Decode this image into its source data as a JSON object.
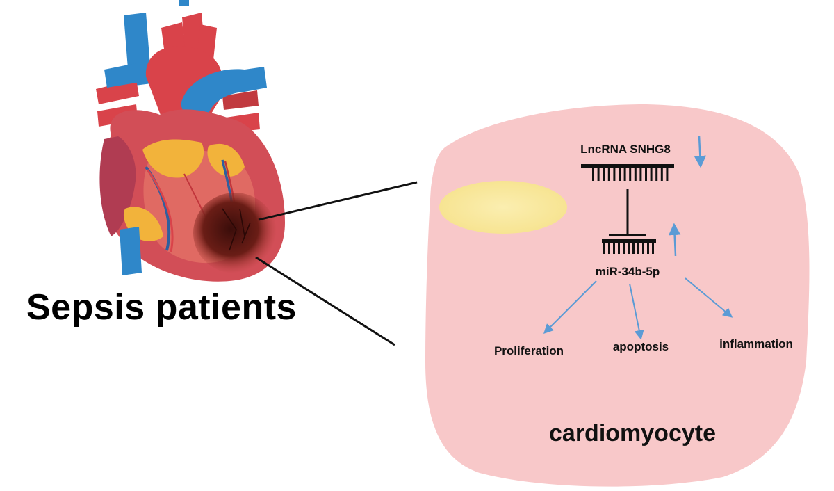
{
  "title": "Sepsis patients",
  "cell_label": "cardiomyocyte",
  "lncrna_label": "LncRNA SNHG8",
  "mirna_label": "miR-34b-5p",
  "outcomes": [
    "Proliferation",
    "apoptosis",
    "inflammation"
  ],
  "colors": {
    "cell_fill": "#f8c8c9",
    "nucleus": "#f9e9a6",
    "arrow": "#5b9bd5",
    "heart_red": "#d9434a",
    "vessel_blue": "#2f87c9",
    "fat_yellow": "#f2b33b",
    "infarct": "#5a1a14"
  }
}
